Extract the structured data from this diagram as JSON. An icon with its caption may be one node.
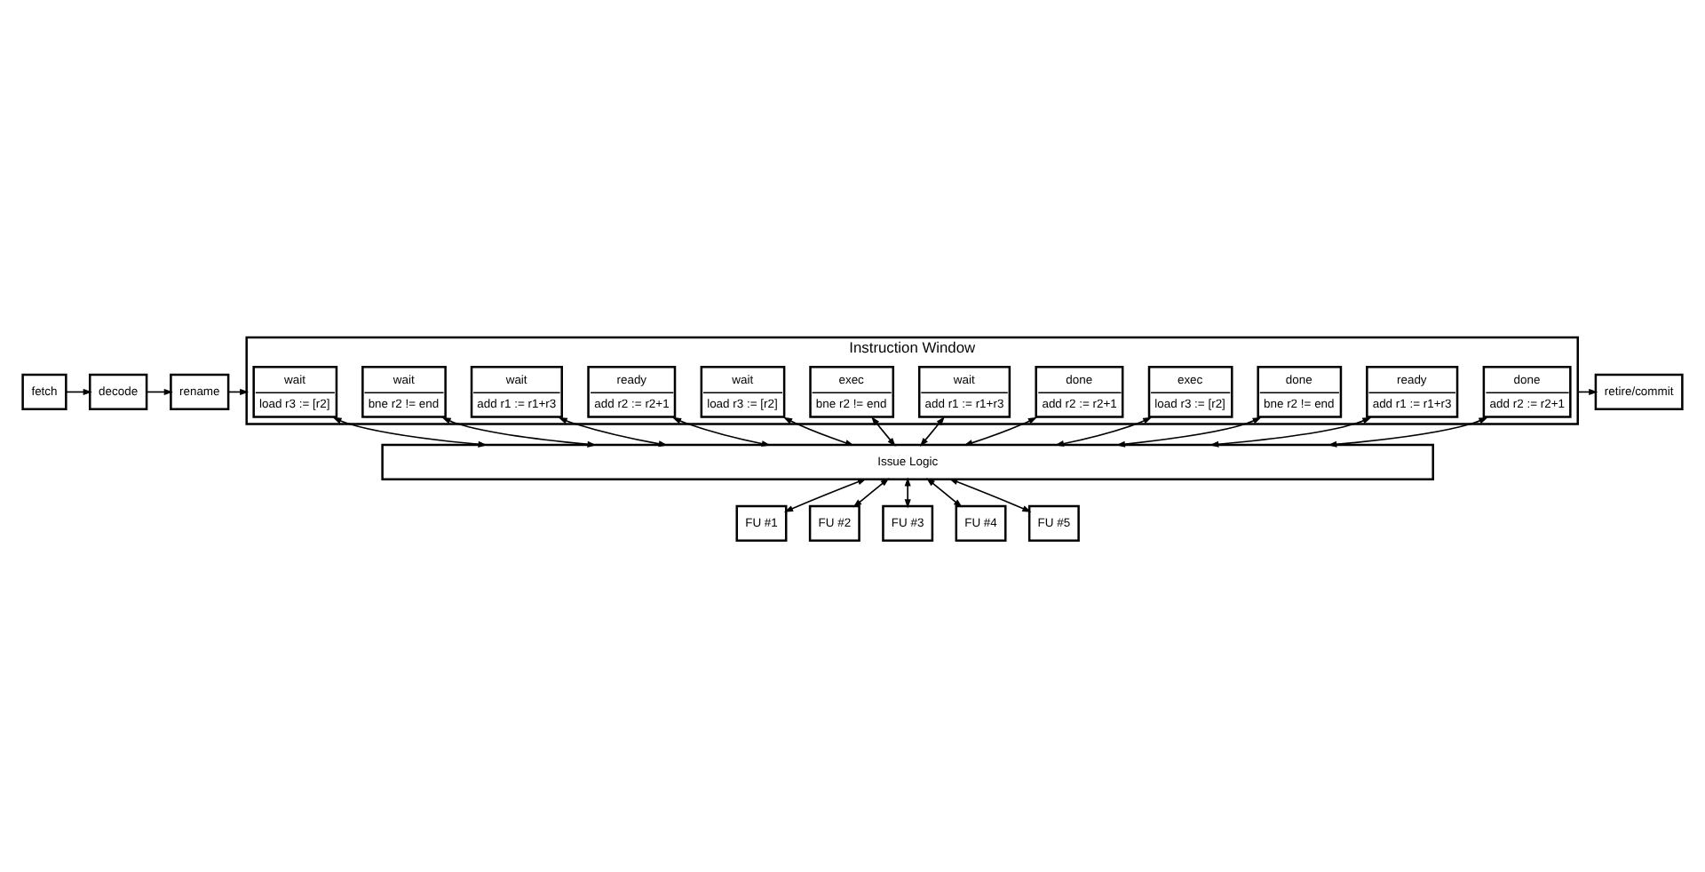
{
  "diagram": {
    "nodes": [
      {
        "text": [
          "fetch"
        ]
      },
      {
        "text": [
          "decode"
        ]
      },
      {
        "text": [
          "rename"
        ]
      },
      {
        "text": [
          "Instruction Window"
        ]
      },
      {
        "text": [
          "wait",
          "load r3 := [r2]"
        ],
        "in": 3
      },
      {
        "text": [
          "wait",
          "bne r2 != end"
        ],
        "in": 3
      },
      {
        "text": [
          "wait",
          "add r1 := r1+r3"
        ],
        "in": 3
      },
      {
        "text": [
          "ready",
          "add r2 := r2+1"
        ],
        "in": 3
      },
      {
        "text": [
          "wait",
          "load r3 := [r2]"
        ],
        "in": 3
      },
      {
        "text": [
          "exec",
          "bne r2 != end"
        ],
        "in": 3
      },
      {
        "text": [
          "wait",
          "add r1 := r1+r3"
        ],
        "in": 3
      },
      {
        "text": [
          "done",
          "add r2 := r2+1"
        ],
        "in": 3
      },
      {
        "text": [
          "exec",
          "load r3 := [r2]"
        ],
        "in": 3
      },
      {
        "text": [
          "done",
          "bne r2 != end"
        ],
        "in": 3
      },
      {
        "text": [
          "ready",
          "add r1 := r1+r3"
        ],
        "in": 3
      },
      {
        "text": [
          "done",
          "add r2 := r2+1"
        ],
        "in": 3
      },
      {
        "text": [
          "retire/commit"
        ]
      },
      {
        "text": [
          "Issue Logic"
        ]
      },
      {
        "text": [
          "FU #1"
        ]
      },
      {
        "text": [
          "FU #2"
        ]
      },
      {
        "text": [
          "FU #3"
        ]
      },
      {
        "text": [
          "FU #4"
        ]
      },
      {
        "text": [
          "FU #5"
        ]
      }
    ],
    "edges": [
      {
        "from": 0,
        "to": 1,
        "arrow": "to"
      },
      {
        "from": 1,
        "to": 2,
        "arrow": "to"
      },
      {
        "from": 2,
        "to": 3,
        "arrow": "to"
      },
      {
        "from": 3,
        "to": 16,
        "arrow": "to"
      },
      {
        "from": 4,
        "to": 17,
        "arrow": "both"
      },
      {
        "from": 5,
        "to": 17,
        "arrow": "both"
      },
      {
        "from": 6,
        "to": 17,
        "arrow": "both"
      },
      {
        "from": 7,
        "to": 17,
        "arrow": "both"
      },
      {
        "from": 8,
        "to": 17,
        "arrow": "both"
      },
      {
        "from": 9,
        "to": 17,
        "arrow": "both"
      },
      {
        "from": 10,
        "to": 17,
        "arrow": "both"
      },
      {
        "from": 11,
        "to": 17,
        "arrow": "both"
      },
      {
        "from": 12,
        "to": 17,
        "arrow": "both"
      },
      {
        "from": 13,
        "to": 17,
        "arrow": "both"
      },
      {
        "from": 14,
        "to": 17,
        "arrow": "both"
      },
      {
        "from": 15,
        "to": 17,
        "arrow": "both"
      },
      {
        "from": 17,
        "to": 18,
        "arrow": "both"
      },
      {
        "from": 17,
        "to": 19,
        "arrow": "both"
      },
      {
        "from": 17,
        "to": 20,
        "arrow": "both"
      },
      {
        "from": 17,
        "to": 21,
        "arrow": "both"
      },
      {
        "from": 17,
        "to": 22,
        "arrow": "both"
      }
    ]
  }
}
